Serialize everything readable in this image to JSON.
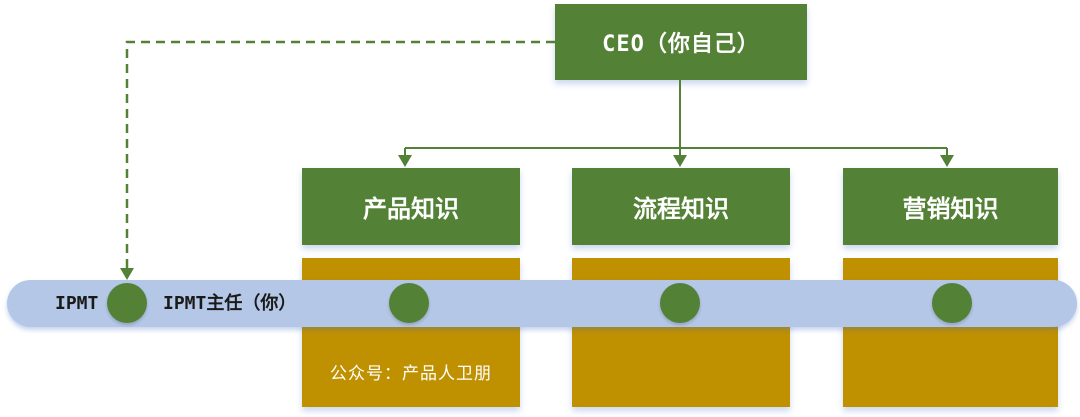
{
  "colors": {
    "green": "#538135",
    "gold": "#bf9000",
    "bar": "#b4c7e7",
    "white": "#ffffff",
    "black": "#1a1a1a"
  },
  "ceo_box": {
    "label": "CEO（你自己）"
  },
  "knowledge_boxes": [
    {
      "label": "产品知识"
    },
    {
      "label": "流程知识"
    },
    {
      "label": "营销知识"
    }
  ],
  "ipmt_bar": {
    "label": "IPMT",
    "chair_label": "IPMT主任（你）"
  },
  "watermark": {
    "label": "公众号：产品人卫朋"
  }
}
